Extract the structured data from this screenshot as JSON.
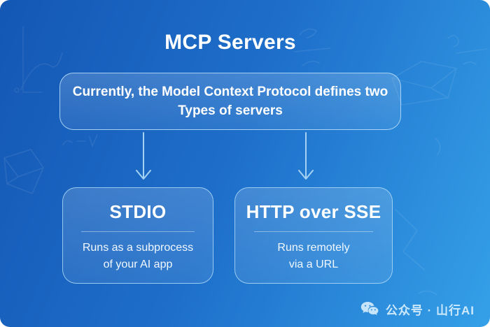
{
  "title": "MCP Servers",
  "intro": {
    "line1": "Currently, the Model Context Protocol defines two",
    "line2": "Types of servers"
  },
  "cards": [
    {
      "title": "STDIO",
      "desc1": "Runs as a subprocess",
      "desc2": "of your AI app"
    },
    {
      "title": "HTTP over SSE",
      "desc1": "Runs remotely",
      "desc2": "via a URL"
    }
  ],
  "watermark": {
    "icon": "wechat-icon",
    "text": "公众号 · 山行AI"
  },
  "colors": {
    "background_start": "#1457b4",
    "background_mid": "#1e6fca",
    "background_end": "#35a0e8",
    "box_border": "#badffa",
    "arrow": "#a5d2f3",
    "text": "#ffffff",
    "watermark_text": "#e2f4ff"
  }
}
